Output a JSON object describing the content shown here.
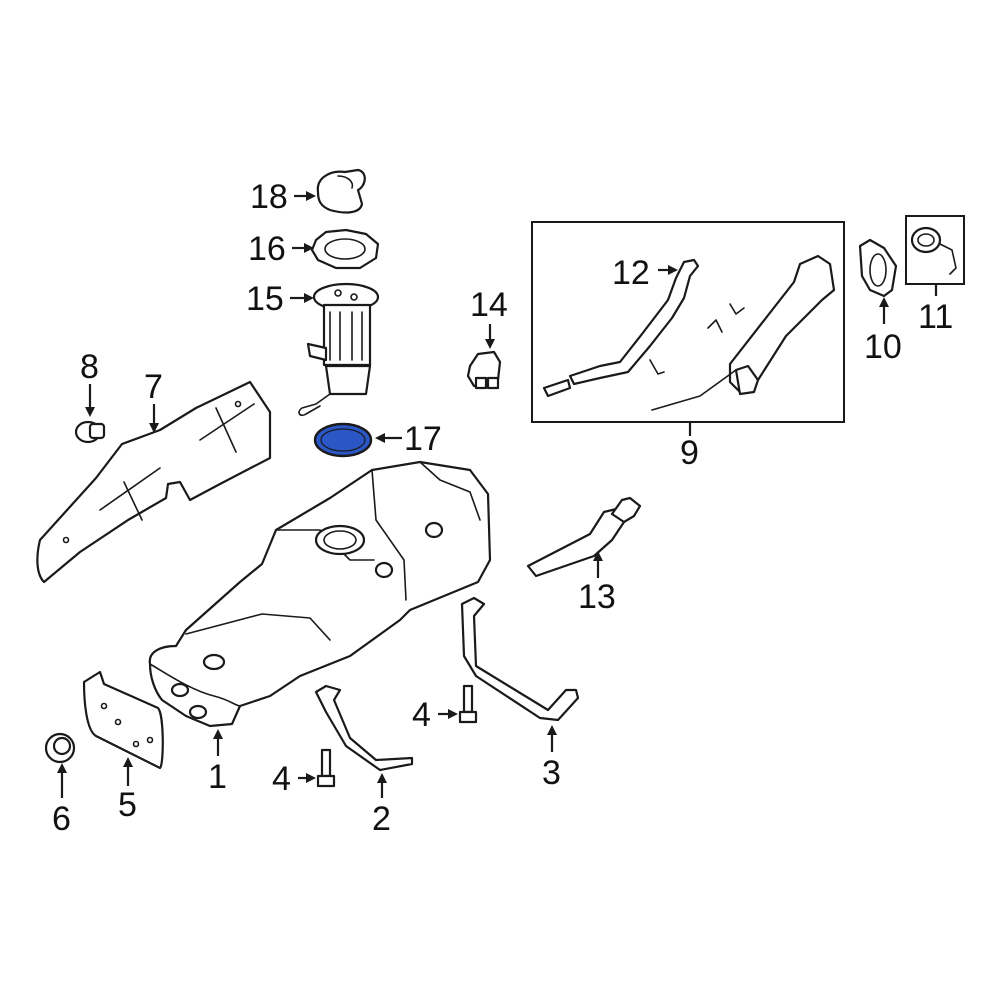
{
  "colors": {
    "highlight": "#2a56c6",
    "line": "#1a1a1a",
    "background": "#ffffff"
  },
  "callouts": {
    "c1": "1",
    "c2": "2",
    "c3": "3",
    "c4a": "4",
    "c4b": "4",
    "c5": "5",
    "c6": "6",
    "c7": "7",
    "c8": "8",
    "c9": "9",
    "c10": "10",
    "c11": "11",
    "c12": "12",
    "c13": "13",
    "c14": "14",
    "c15": "15",
    "c16": "16",
    "c17": "17",
    "c18": "18"
  },
  "highlighted_part": "17"
}
